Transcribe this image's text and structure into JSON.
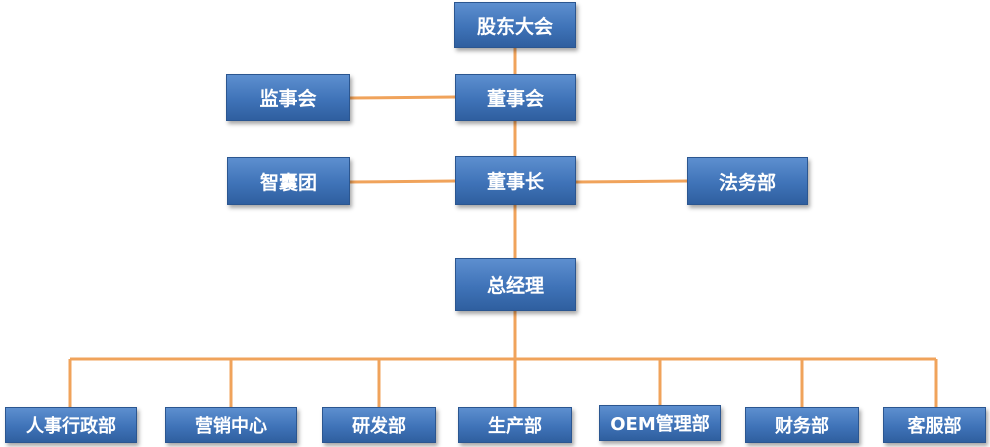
{
  "org_chart": {
    "shareholders": "股东大会",
    "supervisors": "监事会",
    "board": "董事会",
    "think_tank": "智囊团",
    "chairman": "董事长",
    "legal": "法务部",
    "general_manager": "总经理",
    "departments": [
      "人事行政部",
      "营销中心",
      "研发部",
      "生产部",
      "OEM管理部",
      "财务部",
      "客服部"
    ]
  },
  "colors": {
    "box": "#3f73b8",
    "box_border": "#2b5690",
    "connector": "#f0a35b",
    "text": "#ffffff"
  }
}
